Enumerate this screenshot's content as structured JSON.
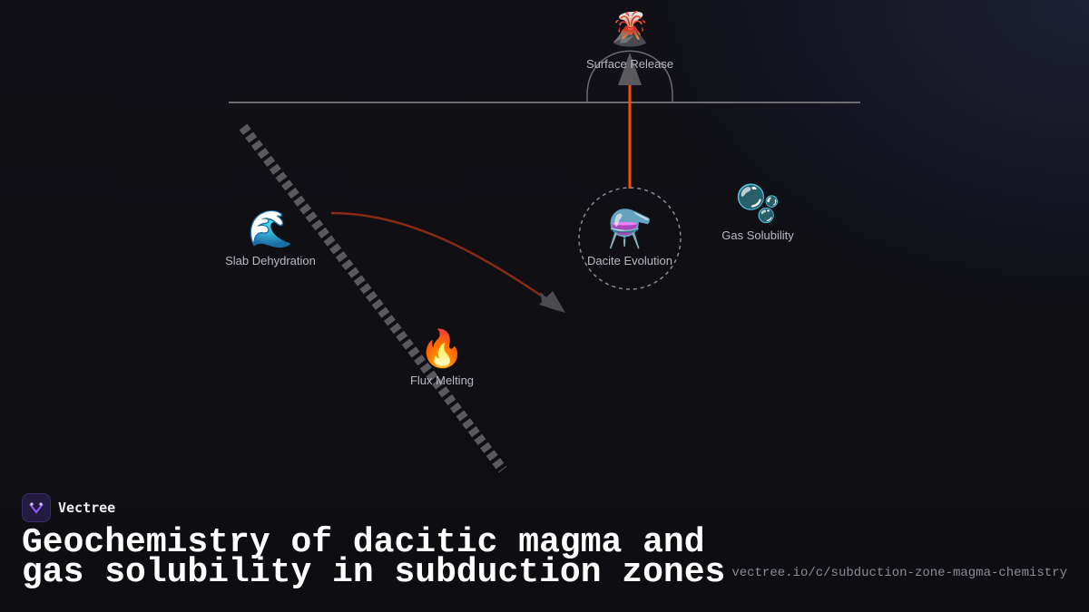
{
  "diagram": {
    "nodes": {
      "surface_release": {
        "icon": "volcano-icon",
        "glyph": "🌋",
        "label": "Surface Release"
      },
      "slab_dehydration": {
        "icon": "wave-icon",
        "glyph": "🌊",
        "label": "Slab Dehydration"
      },
      "dacite_evolution": {
        "icon": "flask-icon",
        "glyph": "⚗️",
        "label": "Dacite Evolution"
      },
      "gas_solubility": {
        "icon": "bubbles-icon",
        "glyph": "🫧",
        "label": "Gas Solubility"
      },
      "flux_melting": {
        "icon": "fire-icon",
        "glyph": "🔥",
        "label": "Flux Melting"
      }
    },
    "colors": {
      "ascent_arrow": "#ff4a00",
      "flow_curve": "#8b2a12",
      "arrowhead": "#4a4a4f",
      "surface_line": "#6b6b70",
      "slab": "#5a5a5e",
      "label": "#b9b9c2"
    }
  },
  "branding": {
    "logo_icon": "vectree-logo-icon",
    "name": "Vectree",
    "accent": "#8a5cff"
  },
  "title": {
    "line1": "Geochemistry of dacitic magma and",
    "line2": "gas solubility in subduction zones"
  },
  "url": "vectree.io/c/subduction-zone-magma-chemistry"
}
